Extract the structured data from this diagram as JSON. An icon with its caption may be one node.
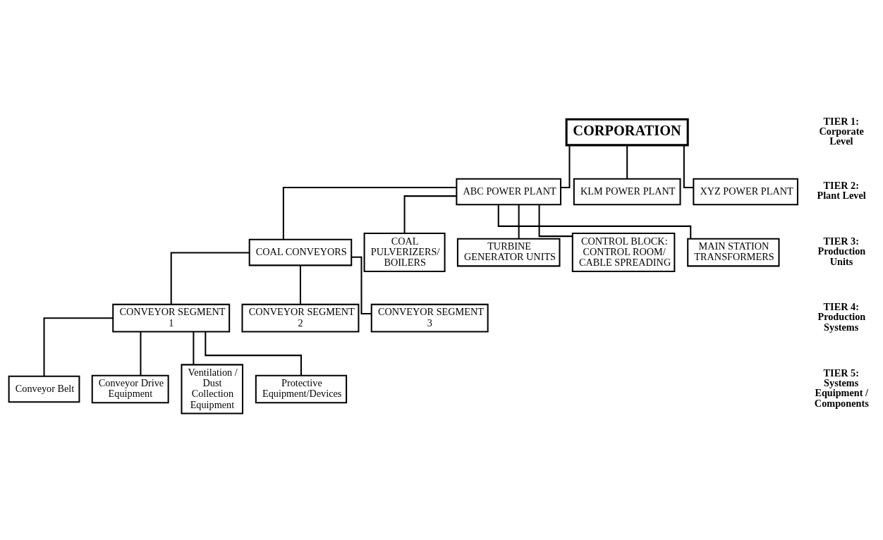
{
  "diagram": {
    "nodes": [
      {
        "text": [
          "CORPORATION"
        ]
      },
      {
        "text": [
          "ABC POWER PLANT"
        ]
      },
      {
        "text": [
          "KLM POWER PLANT"
        ]
      },
      {
        "text": [
          "XYZ POWER PLANT"
        ]
      },
      {
        "text": [
          "COAL CONVEYORS"
        ]
      },
      {
        "text": [
          "COAL PULVERIZERS/ BOILERS"
        ]
      },
      {
        "text": [
          "TURBINE GENERATOR UNITS"
        ]
      },
      {
        "text": [
          "CONTROL BLOCK: CONTROL ROOM/ CABLE SPREADING"
        ]
      },
      {
        "text": [
          "MAIN STATION TRANSFORMERS"
        ]
      },
      {
        "text": [
          "CONVEYOR SEGMENT 1"
        ]
      },
      {
        "text": [
          "CONVEYOR SEGMENT 2"
        ]
      },
      {
        "text": [
          "CONVEYOR SEGMENT 3"
        ]
      },
      {
        "text": [
          "Conveyor Belt"
        ]
      },
      {
        "text": [
          "Conveyor Drive Equipment"
        ]
      },
      {
        "text": [
          "Ventilation / Dust Collection Equipment"
        ]
      },
      {
        "text": [
          "Protective Equipment/Devices"
        ]
      }
    ],
    "edges": [
      {
        "from": 0,
        "to": 1,
        "arrow": "none"
      },
      {
        "from": 0,
        "to": 2,
        "arrow": "none"
      },
      {
        "from": 0,
        "to": 3,
        "arrow": "none"
      },
      {
        "from": 1,
        "to": 4,
        "arrow": "none"
      },
      {
        "from": 1,
        "to": 5,
        "arrow": "none"
      },
      {
        "from": 1,
        "to": 6,
        "arrow": "none"
      },
      {
        "from": 1,
        "to": 7,
        "arrow": "none"
      },
      {
        "from": 1,
        "to": 8,
        "arrow": "none"
      },
      {
        "from": 4,
        "to": 9,
        "arrow": "none"
      },
      {
        "from": 4,
        "to": 10,
        "arrow": "none"
      },
      {
        "from": 4,
        "to": 11,
        "arrow": "none"
      },
      {
        "from": 9,
        "to": 12,
        "arrow": "none"
      },
      {
        "from": 9,
        "to": 13,
        "arrow": "none"
      },
      {
        "from": 9,
        "to": 14,
        "arrow": "none"
      },
      {
        "from": 9,
        "to": 15,
        "arrow": "none"
      }
    ],
    "labels": [
      "TIER 1: Corporate Level",
      "TIER 2: Plant Level",
      "TIER 3: Production Units",
      "TIER 4: Production Systems",
      "TIER 5: Systems Equipment / Components"
    ]
  }
}
